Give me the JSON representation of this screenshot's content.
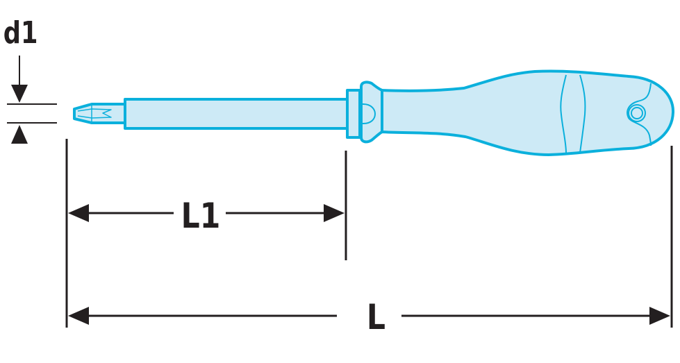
{
  "diagram": {
    "subject": "screwdriver",
    "labels": {
      "tip_diameter": "d1",
      "blade_length": "L1",
      "overall_length": "L"
    },
    "colors": {
      "outline": "#0bb0dc",
      "fill": "#cdeaf6",
      "dimension": "#231f20"
    }
  }
}
